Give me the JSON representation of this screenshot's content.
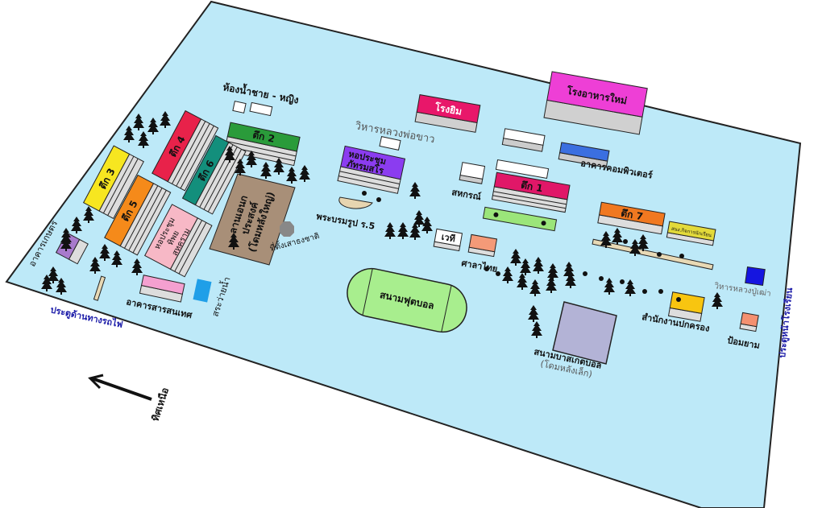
{
  "colors": {
    "ground": "#bde9f8",
    "outline": "#222222",
    "tree": "#111111",
    "gate_text": "#1a1aa8",
    "gray_text": "#666666"
  },
  "labels": {
    "toilet": "ห้องน้ำชาย - หญิง",
    "wihan_phokhao": "วิหารหลวงพ่อขาว",
    "b2": "ตึก 2",
    "b3": "ตึก 3",
    "b4": "ตึก 4",
    "b5": "ตึก 5",
    "b6": "ตึก 6",
    "b1": "ตึก 1",
    "b7": "ตึก 7",
    "gym": "โรงยิม",
    "canteen": "โรงอาหารใหม่",
    "computer": "อาคารคอมพิวเตอร์",
    "hall_line1": "หอประชุม",
    "hall_line2": "ภัทรมสโร",
    "coop": "สหกรณ์",
    "dome_line1": "ลานเอนก",
    "dome_line2": "ประสงค์",
    "dome_line3": "(โดมหลังใหญ่)",
    "flag": "ที่ตั้งเสาธงชาติ",
    "rama5": "พระบรมรูป ร.5",
    "wethi": "เวที",
    "sala": "ศาลาไทย",
    "football": "สนามฟุตบอล",
    "agri": "อาคารเกษตร",
    "library_line1": "หอประชุม",
    "library_line2": "ทิพย",
    "library_line3": "สหคราม",
    "media": "อาคารสารสนเทศ",
    "pool": "สระว่ายน้ำ",
    "gate_rail": "ประตูด้านทางรถไฟ",
    "north": "ทิศเหนือ",
    "basketball": "สนามบาสเกตบอล",
    "basketball_sub": "(โดมหลังเล็ก)",
    "admin": "สำนักงานปกครอง",
    "guard": "ป้อมยาม",
    "wihan_pu": "วิหารหลวงปู่เฒ่า",
    "gate_front": "ประตูหน้าโรงเรียน",
    "small_sign": "สนง.กิจการนักเรียน"
  }
}
